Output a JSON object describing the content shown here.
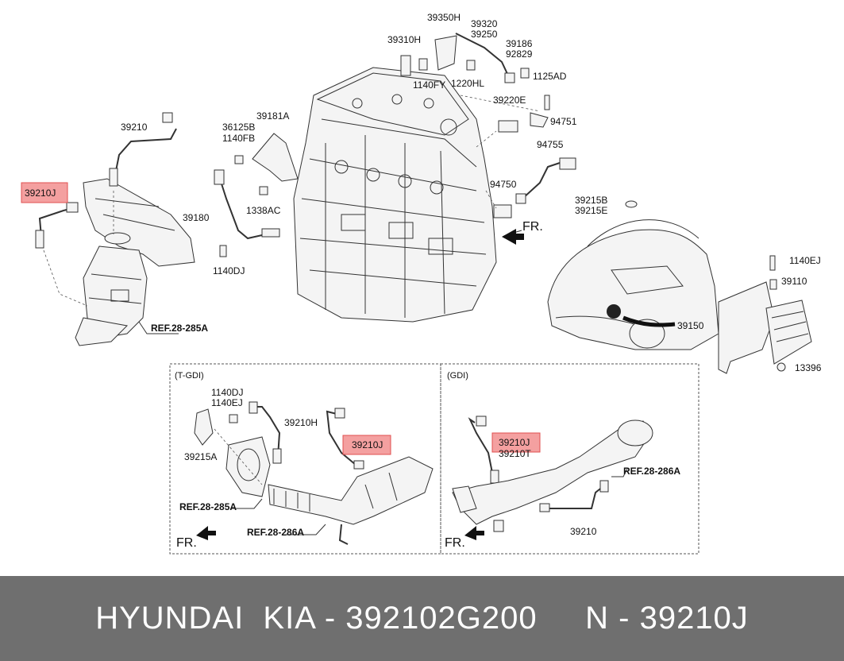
{
  "labels": {
    "l_39210_top": "39210",
    "l_39210J_left": "39210J",
    "l_36125B": "36125B",
    "l_1140FB": "1140FB",
    "l_39181A": "39181A",
    "l_1338AC": "1338AC",
    "l_39180": "39180",
    "l_1140DJ": "1140DJ",
    "l_39350H": "39350H",
    "l_39310H": "39310H",
    "l_1140FY": "1140FY",
    "l_1220HL": "1220HL",
    "l_39320": "39320",
    "l_39250": "39250",
    "l_39186": "39186",
    "l_92829": "92829",
    "l_1125AD": "1125AD",
    "l_39220E": "39220E",
    "l_94751": "94751",
    "l_94755": "94755",
    "l_94750": "94750",
    "l_39215B": "39215B",
    "l_39215E": "39215E",
    "l_1140EJ_r": "1140EJ",
    "l_39110": "39110",
    "l_39150": "39150",
    "l_13396": "13396",
    "ref_285A_top": "REF.28-285A",
    "fr_top": "FR.",
    "tgdi_title": "(T-GDI)",
    "l_1140DJ_t": "1140DJ",
    "l_1140EJ_t": "1140EJ",
    "l_39210H": "39210H",
    "l_39210J_t": "39210J",
    "l_39215A": "39215A",
    "ref_285A_t": "REF.28-285A",
    "ref_286A_t": "REF.28-286A",
    "fr_t": "FR.",
    "gdi_title": "(GDI)",
    "l_39210J_g": "39210J",
    "l_39210T": "39210T",
    "ref_286A_g": "REF.28-286A",
    "l_39210_g": "39210",
    "fr_g": "FR."
  },
  "footer": {
    "text": "HYUNDAI  KIA - 392102G200     N - 39210J"
  },
  "colors": {
    "highlight_fill": "#f08080",
    "highlight_stroke": "#e05050",
    "footer_bg": "#6f6f6f",
    "footer_text": "#ffffff"
  }
}
